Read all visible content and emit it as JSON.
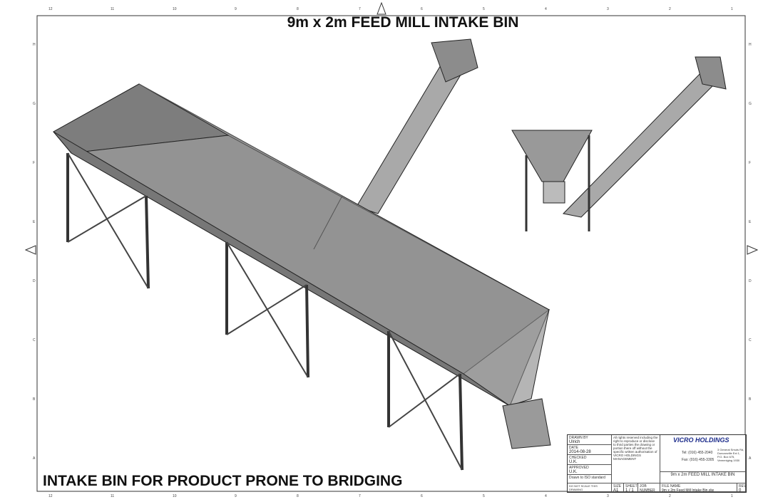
{
  "title": "9m x 2m FEED MILL INTAKE BIN",
  "subtitle": "INTAKE BIN FOR PRODUCT PRONE TO BRIDGING",
  "border": {
    "columns": [
      "12",
      "11",
      "10",
      "9",
      "8",
      "7",
      "6",
      "5",
      "4",
      "3",
      "2",
      "1"
    ],
    "rows": [
      "H",
      "G",
      "F",
      "E",
      "D",
      "C",
      "B",
      "A"
    ]
  },
  "title_block": {
    "drawn_by_label": "DRAWN BY",
    "drawn_by": "Ulrich",
    "date_label": "DATE",
    "date": "2014-08-28",
    "checked_label": "CHECKED",
    "checked": "U.K.",
    "approved_label": "APPROVED",
    "approved": "U.K.",
    "standard": "Drawn to ISO standard",
    "rights": "All rights reserved including the right to reproduce or disclose to third parties the drawing or portion there off without the specific written authorisation of VICRO HOLDINGS MANAGEMENT",
    "company": "VICRO HOLDINGS",
    "tel": "Tel: (016) 455-2040",
    "fax": "Fax: (016) 455-3305",
    "address": "3 General Smuts Rd, Duncanville Ext 1, P.O. Box 675, Vereeniging 1930",
    "drawing_title": "9m x 2m FEED MILL INTAKE BIN",
    "do_not_scale": "DO NOT SCALE THIS DRAWING",
    "size_label": "SIZE",
    "size": "A1",
    "sheet_label": "SHEET",
    "sheet": "1 / 1",
    "job_label": "JOB NUMBER",
    "file_label": "FILE NAME",
    "file": "9m x 2m Feed Mill Intake Bin.slw",
    "rev_label": "REV",
    "rev": "0"
  },
  "colors": {
    "metal": "#8c8c8c",
    "metal_light": "#a9a9a9",
    "line": "#222222",
    "logo": "#1a2a8a"
  }
}
